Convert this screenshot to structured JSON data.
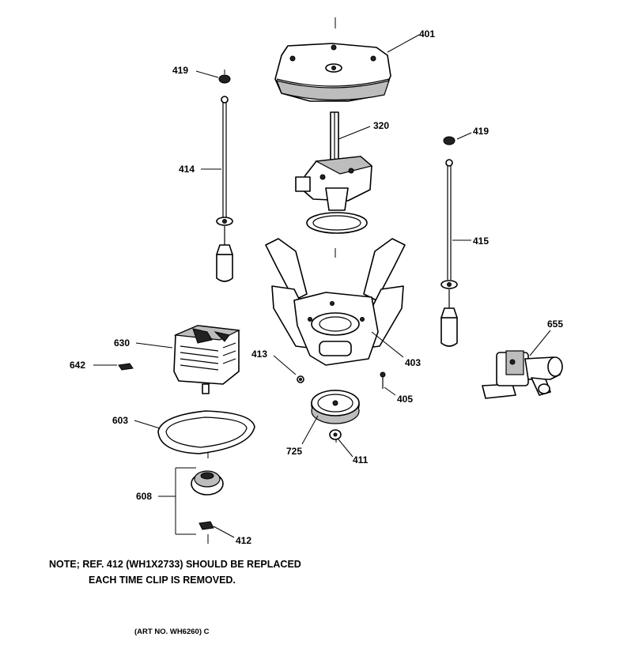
{
  "parts": {
    "p401": "401",
    "p419a": "419",
    "p419b": "419",
    "p320": "320",
    "p414": "414",
    "p415": "415",
    "p655": "655",
    "p630": "630",
    "p642": "642",
    "p413": "413",
    "p403": "403",
    "p405": "405",
    "p603": "603",
    "p725": "725",
    "p411": "411",
    "p608": "608",
    "p412": "412"
  },
  "note": {
    "line1": "NOTE; REF. 412 (WH1X2733) SHOULD BE REPLACED",
    "line2": "EACH TIME CLIP IS REMOVED."
  },
  "art_number": "(ART NO. WH6260) C"
}
